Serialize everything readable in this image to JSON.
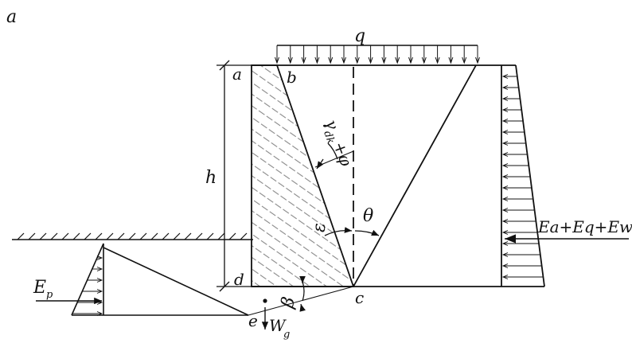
{
  "panel_label": "a",
  "labels": {
    "q": "q",
    "a": "a",
    "b": "b",
    "h": "h",
    "d": "d",
    "c": "c",
    "e": "e",
    "epsilon": "ε",
    "theta": "θ",
    "beta": "β",
    "gamma_angle": "γ",
    "gamma_angle_sub": "dk",
    "gamma_angle_tail": "+φ",
    "Ep": "E",
    "Ep_sub": "p",
    "Wg": "W",
    "Wg_sub": "g",
    "Ea_total": "Ea+Eq+Ew"
  }
}
